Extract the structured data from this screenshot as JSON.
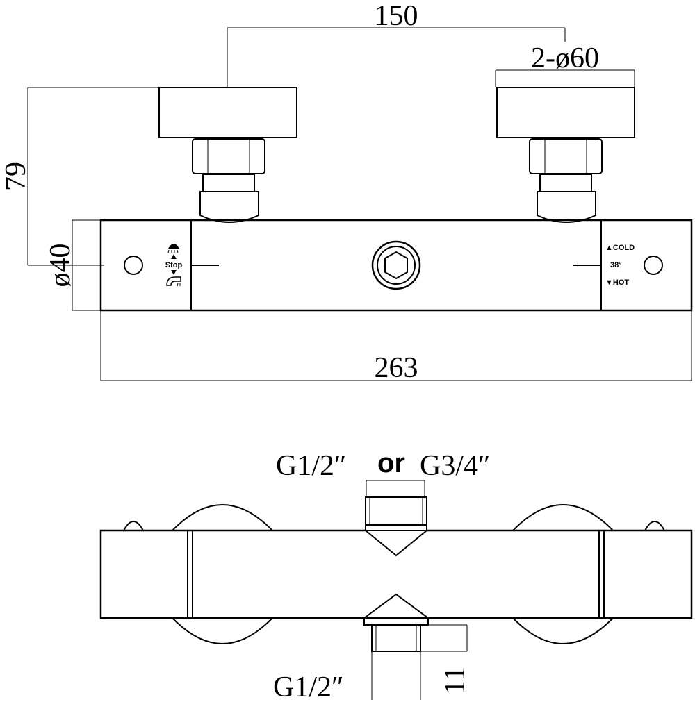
{
  "top_view": {
    "dim_handle_spacing": "150",
    "dim_handle_diameter": "2-ø60",
    "dim_height": "79",
    "dim_body_diameter": "ø40",
    "dim_length": "263",
    "left_labels": {
      "stop": "Stop"
    },
    "right_labels": {
      "cold": "▲COLD",
      "temp": "38°",
      "hot": "▼HOT"
    }
  },
  "bottom_view": {
    "outlet_top_prefix": "G1/2″",
    "outlet_top_or": "or",
    "outlet_top_suffix": "G3/4″",
    "outlet_bottom": "G1/2″",
    "dim_outlet_length": "11"
  }
}
